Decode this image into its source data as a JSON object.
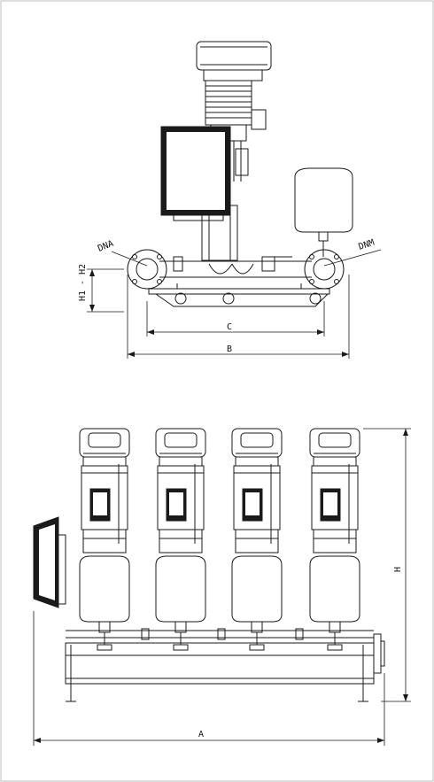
{
  "side_view": {
    "labels": {
      "dna": "DNA",
      "dnm": "DNM",
      "h1_h2": "H1 - H2",
      "c": "C",
      "b": "B"
    }
  },
  "front_view": {
    "labels": {
      "h": "H",
      "a": "A"
    },
    "pump_count": 4
  },
  "colors": {
    "line": "#1a1a1a",
    "panel": "#1a1a1a",
    "frame": "#bdbdbd"
  }
}
